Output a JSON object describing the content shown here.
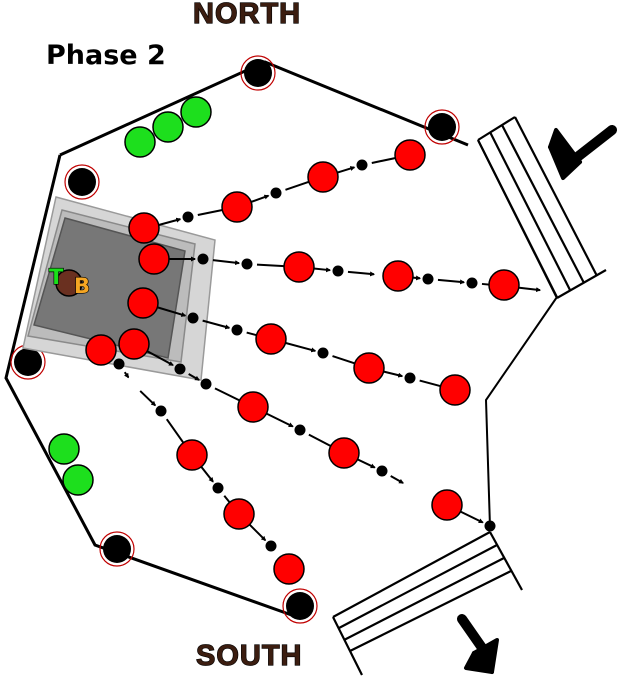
{
  "labels": {
    "north": "NORTH",
    "south": "SOUTH",
    "phase": "Phase 2"
  },
  "boss_markers": {
    "tank": "T",
    "tank_color": "#19e019",
    "healer": "B",
    "healer_color": "#f5a623"
  },
  "colors": {
    "enemy": "#ff0000",
    "ally": "#1ddf1d",
    "platform": "#7a7a7a",
    "platform_light": "#d2d2d2",
    "pillar": "#000000"
  },
  "icons": [
    "arrow-icon",
    "pillar-icon",
    "stairs-icon",
    "platform-icon"
  ]
}
